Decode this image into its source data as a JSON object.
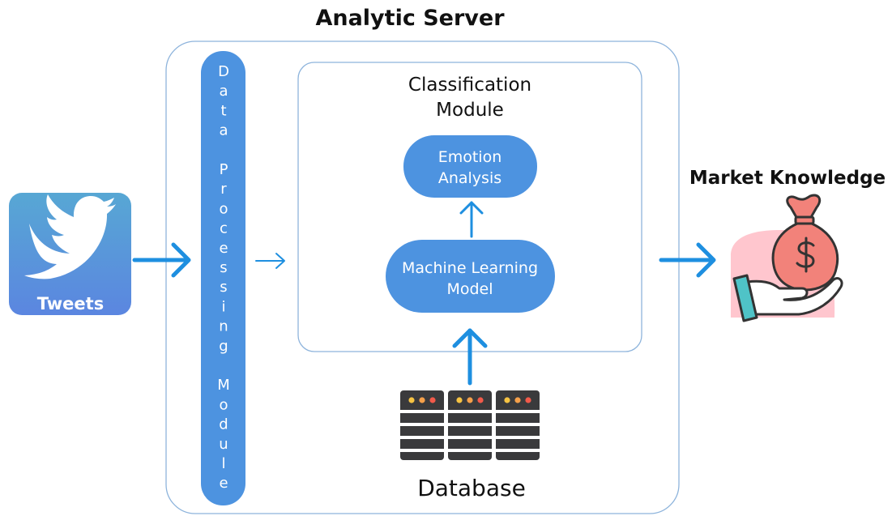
{
  "title": "Analytic Server",
  "source": {
    "label": "Tweets",
    "icon": "twitter-bird-icon",
    "gradient_top": "#57A7D4",
    "gradient_bottom": "#5B86E0"
  },
  "data_processing_module": {
    "words": [
      "Data",
      "Processing",
      "Module"
    ]
  },
  "classification_module": {
    "title_line1": "Classification",
    "title_line2": "Module",
    "emotion_analysis": {
      "line1": "Emotion",
      "line2": "Analysis"
    },
    "machine_learning_model": {
      "line1": "Machine Learning",
      "line2": "Model"
    }
  },
  "database": {
    "label": "Database",
    "icon": "server-rack-icon"
  },
  "output": {
    "label": "Market Knowledge",
    "icon": "money-bag-in-hand-icon"
  },
  "colors": {
    "accent_blue": "#4D93E0",
    "arrow_blue": "#1E8FE0",
    "border_blue": "#8EB4DC",
    "server_dark": "#3A3A3C",
    "pink": "#FFC6CE"
  }
}
